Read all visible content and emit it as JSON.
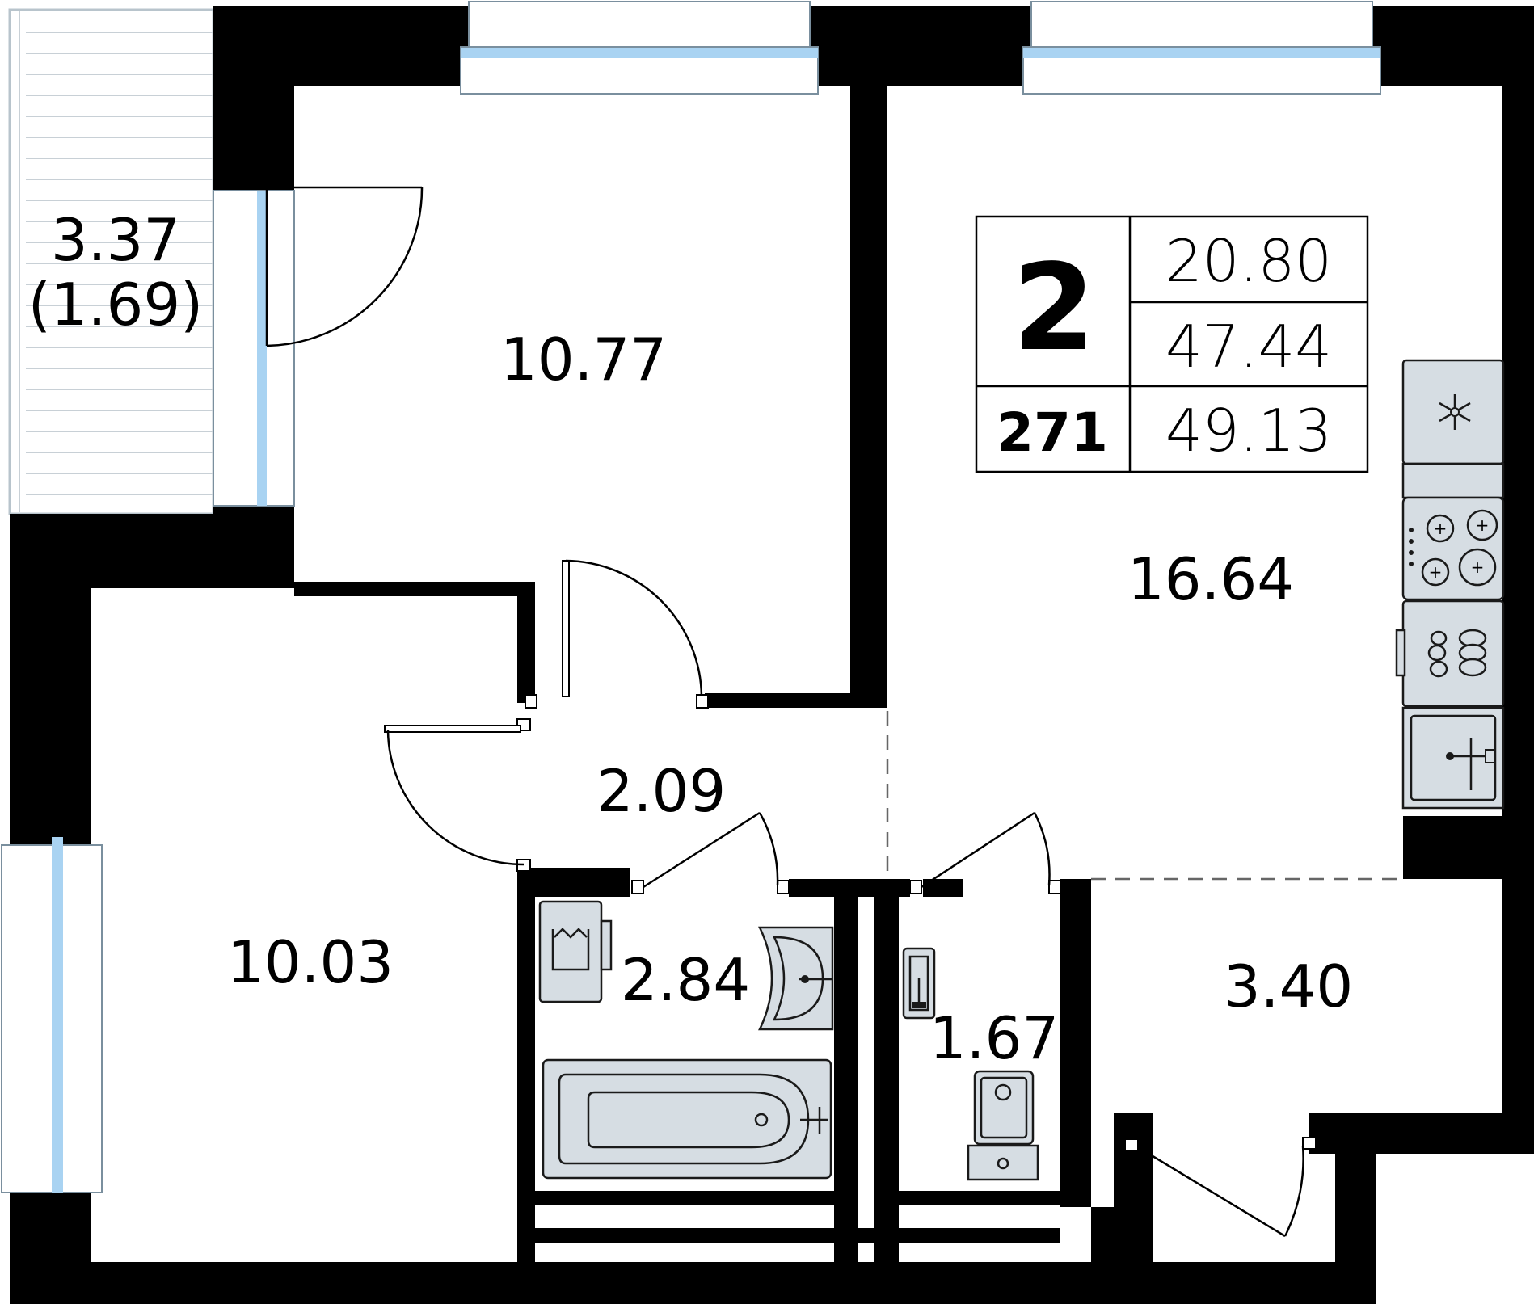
{
  "apartment": {
    "rooms_count": "2",
    "unit_number": "271",
    "living_area": "20.80",
    "total_area": "47.44",
    "total_with_balcony": "49.13"
  },
  "rooms": {
    "balcony_area": "3.37",
    "balcony_reduced_area": "(1.69)",
    "bedroom_top_area": "10.77",
    "bedroom_bottom_area": "10.03",
    "kitchen_living_area": "16.64",
    "corridor_area": "2.09",
    "bathroom_area": "2.84",
    "toilet_area": "1.67",
    "hall_area": "3.40"
  },
  "colors": {
    "wall": "#000000",
    "glass": "#a9d3f2",
    "appliance": "#d6dde3"
  },
  "icons": [
    "snowflake-icon",
    "stove-icon",
    "oven-icon",
    "sink-icon",
    "bathtub-icon",
    "toilet-icon",
    "washbasin-icon"
  ]
}
